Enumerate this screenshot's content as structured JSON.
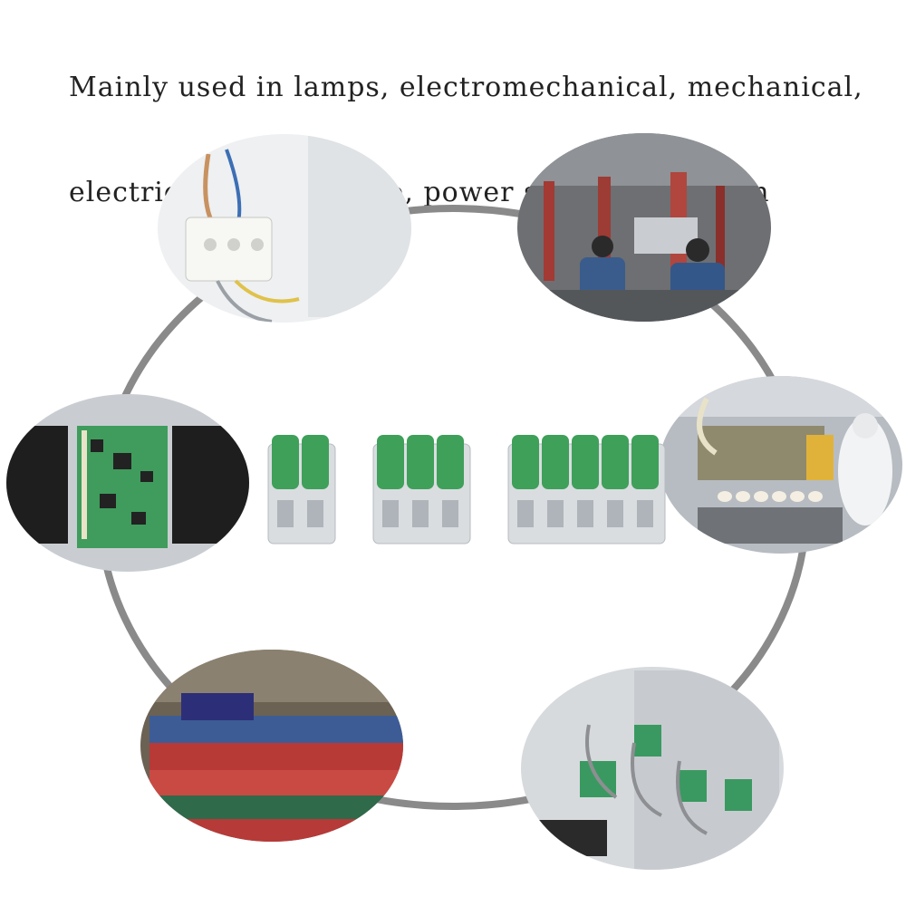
{
  "caption": {
    "line1": "Mainly used in lamps, electromechanical, mechanical,",
    "line2": "electrical control, wire, power supply and so on"
  },
  "colors": {
    "ring": "#8a8a8a",
    "connector_green": "#3fa05a",
    "connector_body": "#d9dde0"
  },
  "applications": [
    {
      "id": "lamp-wiring",
      "icon": "lamp-wiring-photo"
    },
    {
      "id": "factory-workers",
      "icon": "factory-photo"
    },
    {
      "id": "circuit-board",
      "icon": "circuit-board-photo"
    },
    {
      "id": "cleanroom-production",
      "icon": "cleanroom-photo"
    },
    {
      "id": "wire-spools",
      "icon": "wire-spools-photo"
    },
    {
      "id": "control-cabinet",
      "icon": "control-cabinet-photo"
    }
  ],
  "connectors": [
    {
      "id": "2-way",
      "levers": 2
    },
    {
      "id": "3-way",
      "levers": 3
    },
    {
      "id": "5-way",
      "levers": 5
    }
  ]
}
